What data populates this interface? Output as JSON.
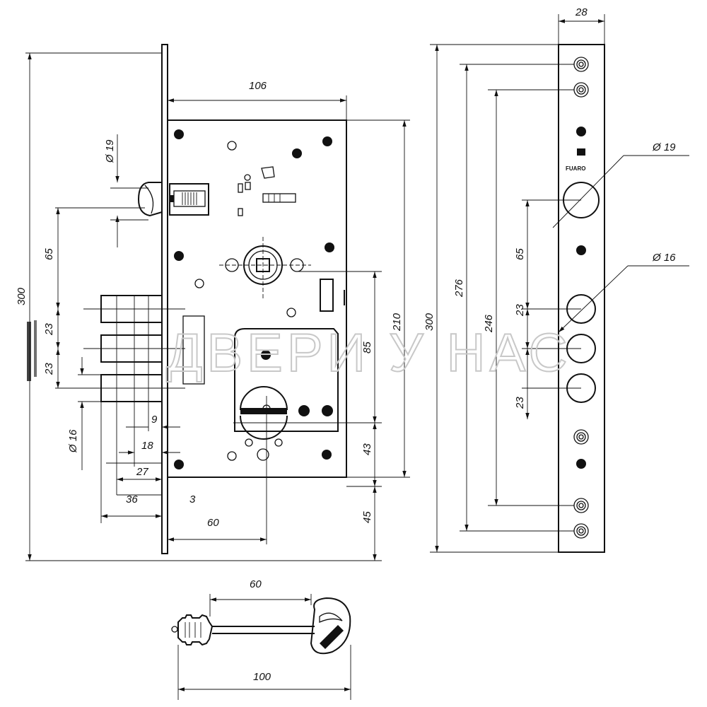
{
  "watermark": "ДВЕРИ У НАС",
  "brand": "FUARO",
  "front_view": {
    "width_106": "106",
    "bolt_dia": "Ø 19",
    "dim_65": "65",
    "dim_300": "300",
    "dim_23a": "23",
    "dim_23b": "23",
    "dim_16": "Ø 16",
    "dim_9": "9",
    "dim_18": "18",
    "dim_27": "27",
    "dim_36": "36",
    "dim_3": "3",
    "dim_60": "60",
    "dim_210": "210",
    "dim_85": "85",
    "dim_43": "43",
    "dim_45": "45"
  },
  "faceplate_view": {
    "dim_28": "28",
    "dim_300": "300",
    "dim_276": "276",
    "dim_246": "246",
    "dim_65": "65",
    "dim_23a": "23",
    "dim_23b": "23",
    "dia_19": "Ø 19",
    "dia_16": "Ø 16"
  },
  "key_view": {
    "dim_60": "60",
    "dim_100": "100"
  }
}
